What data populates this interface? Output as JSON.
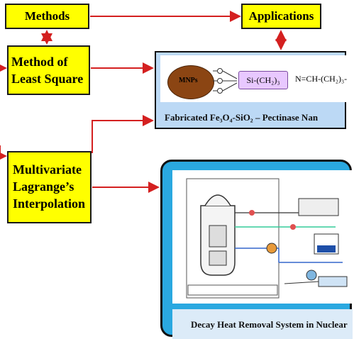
{
  "boxes": {
    "methods": "Methods",
    "applications": "Applications",
    "least_square": [
      "Method of",
      "Least Square"
    ],
    "lagrange": [
      "Multivariate",
      "Lagrange’s",
      "Interpolation"
    ]
  },
  "nanoparticle_panel": {
    "core_label": "MNPs",
    "silane_label": "Si-(CH₂)₃",
    "chain_label": "N=CH-(CH₂)₃-",
    "caption": "Fabricated Fe₃O₄-SiO₂ – Pectinase Nan"
  },
  "decay_heat_panel": {
    "caption": "Decay Heat Removal System in Nuclear"
  },
  "colors": {
    "box_fill": "#ffff00",
    "arrow": "#d42020",
    "panel_bottom": "#2aa8e0"
  }
}
